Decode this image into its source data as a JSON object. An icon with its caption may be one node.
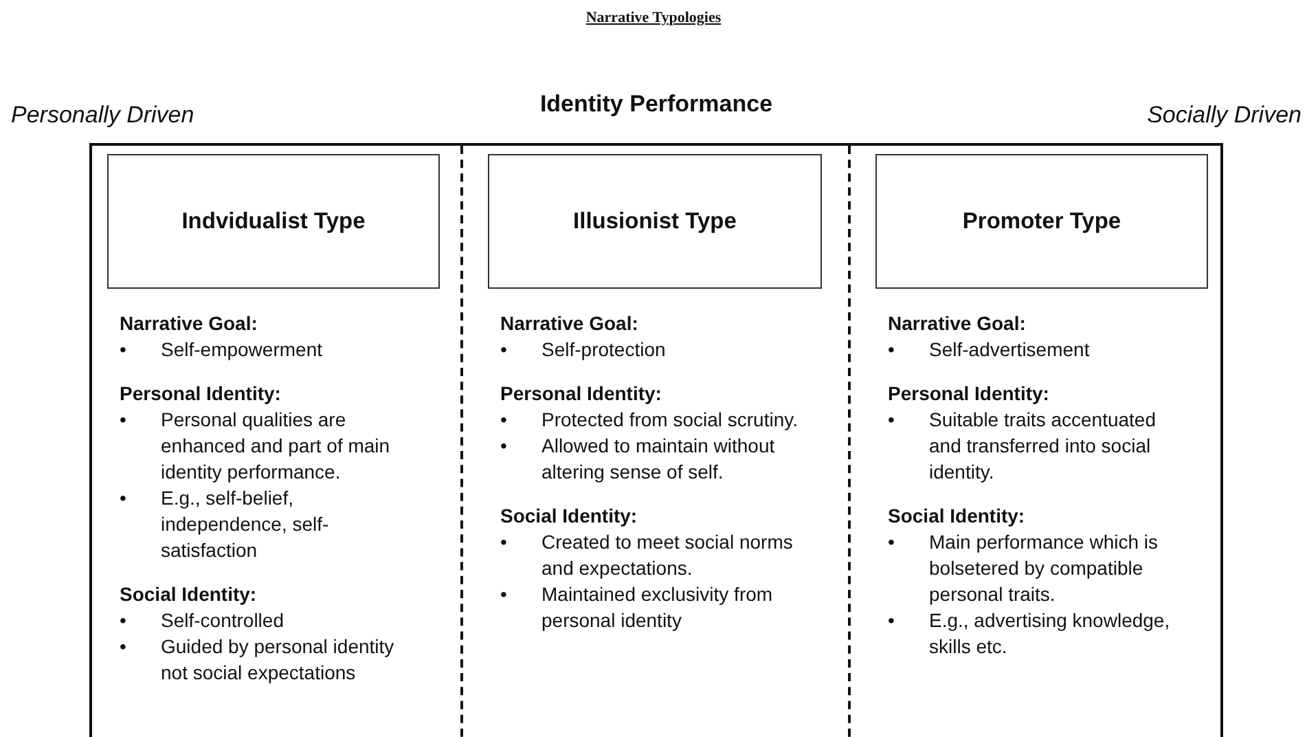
{
  "diagram": {
    "title": "Narrative Typologies",
    "nodes": [
      {
        "text": [
          "Identity Performance"
        ]
      },
      {
        "text": [
          "Narrative Goal:",
          "• Self-empowerment",
          "Personal Identity:",
          "• Personal qualities are enhanced and part of main identity performance.",
          "• E.g., self-belief, independence, self-satisfaction",
          "Social Identity:",
          "• Self-controlled",
          "• Guided by personal identity not social expectations"
        ],
        "in": 0
      },
      {
        "text": [
          "Indvidualist Type"
        ],
        "in": 1
      },
      {
        "text": [
          "Narrative Goal:",
          "• Self-protection",
          "Personal Identity:",
          "• Protected from social scrutiny.",
          "• Allowed to maintain without altering sense of self.",
          "Social Identity:",
          "• Created to meet social norms and expectations.",
          "• Maintained exclusivity from personal identity"
        ],
        "in": 0
      },
      {
        "text": [
          "Illusionist Type"
        ],
        "in": 3
      },
      {
        "text": [
          "Narrative Goal:",
          "• Self-advertisement",
          "Personal Identity:",
          "• Suitable traits accentuated and transferred into social identity.",
          "Social Identity:",
          "• Main performance which is bolsetered by compatible personal traits.",
          "• E.g., advertising knowledge, skills etc."
        ],
        "in": 0
      },
      {
        "text": [
          "Promoter Type"
        ],
        "in": 5
      }
    ],
    "labels": [
      "Personally Driven",
      "Socially Driven"
    ]
  }
}
